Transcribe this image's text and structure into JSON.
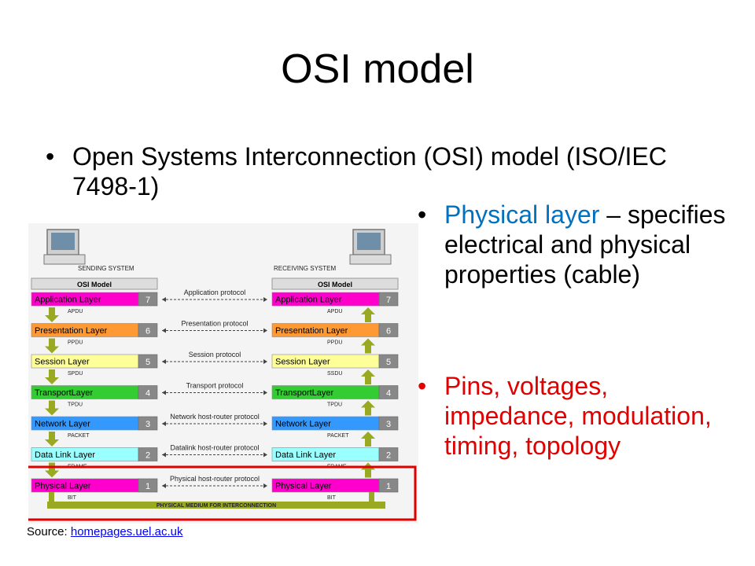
{
  "slide": {
    "title": "OSI model",
    "bullets": [
      {
        "text": "Open Systems Interconnection (OSI) model (ISO/IEC 7498-1)"
      },
      {
        "highlight": "Physical layer",
        "text": " – specifies electrical and physical properties (cable)",
        "highlight_color": "#0070c0"
      },
      {
        "text": "Pins, voltages, impedance, modulation, timing, topology",
        "color": "#e00000"
      }
    ],
    "source": {
      "label": "Source: ",
      "link": "homepages.uel.ac.uk"
    }
  },
  "diagram": {
    "sending_label": "SENDING SYSTEM",
    "receiving_label": "RECEIVING SYSTEM",
    "stack_header": "OSI Model",
    "medium_label": "PHYSICAL MEDIUM FOR INTERCONNECTION",
    "highlight_color": "#e00000",
    "layers": [
      {
        "name": "Application Layer",
        "num": "7",
        "color": "#ff00cc",
        "pdu_left": "APDU",
        "pdu_right": "APDU",
        "protocol": "Application protocol"
      },
      {
        "name": "Presentation Layer",
        "num": "6",
        "color": "#ff9933",
        "pdu_left": "PPDU",
        "pdu_right": "PPDU",
        "protocol": "Presentation protocol"
      },
      {
        "name": "Session Layer",
        "num": "5",
        "color": "#ffff99",
        "pdu_left": "SPDU",
        "pdu_right": "SSDU",
        "protocol": "Session protocol"
      },
      {
        "name": "TransportLayer",
        "num": "4",
        "color": "#33cc33",
        "pdu_left": "TPDU",
        "pdu_right": "TPDU",
        "protocol": "Transport protocol"
      },
      {
        "name": "Network Layer",
        "num": "3",
        "color": "#3399ff",
        "pdu_left": "PACKET",
        "pdu_right": "PACKET",
        "protocol": "Network host-router protocol"
      },
      {
        "name": "Data Link Layer",
        "num": "2",
        "color": "#99ffff",
        "pdu_left": "FRAME",
        "pdu_right": "FRAME",
        "protocol": "Datalink host-router protocol"
      },
      {
        "name": "Physical Layer",
        "num": "1",
        "color": "#ff00cc",
        "pdu_left": "BIT",
        "pdu_right": "BIT",
        "protocol": "Physical host-router protocol"
      }
    ]
  }
}
